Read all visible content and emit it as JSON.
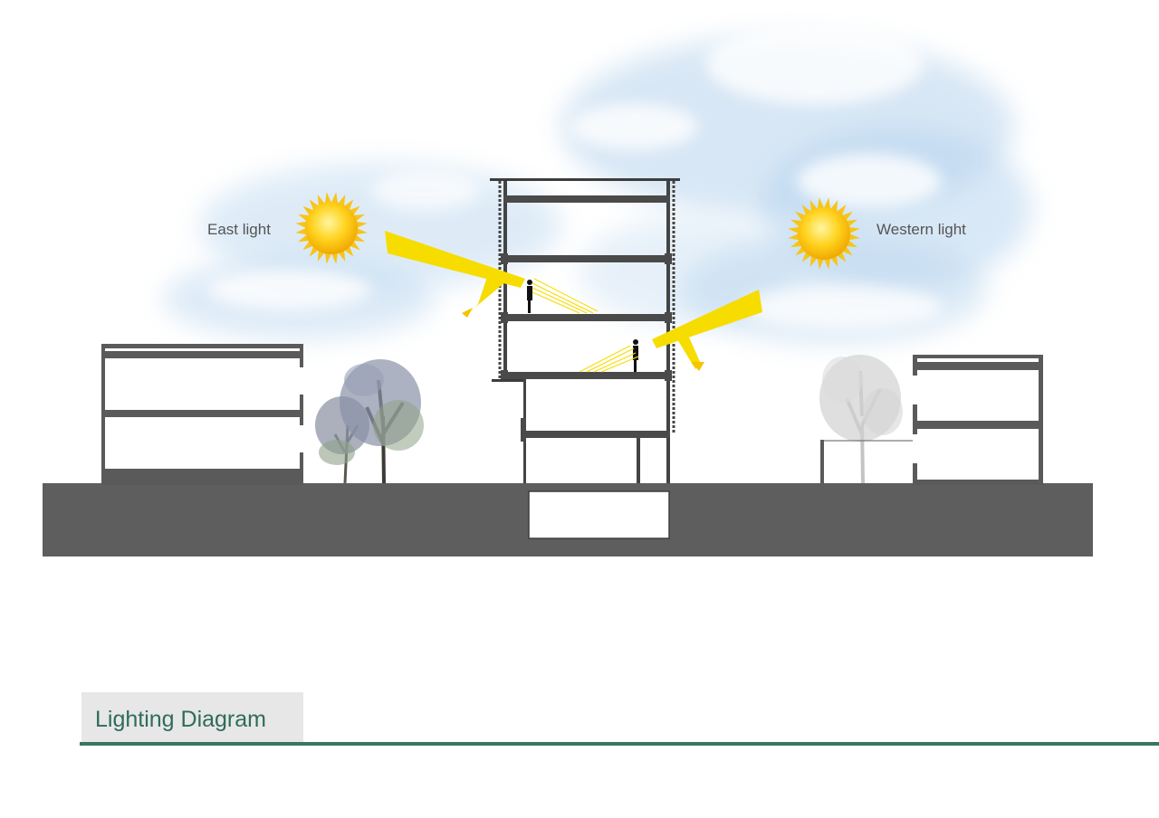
{
  "labels": {
    "east": "East light",
    "west": "Western light"
  },
  "title": "Lighting Diagram",
  "colors": {
    "ground": "#5e5e5e",
    "slab": "#4a4a4a",
    "sun": "#f6c51a",
    "ray": "#f7dc00",
    "accent": "#3a7563",
    "title_bg": "#e7e7e7",
    "label_text": "#555555",
    "title_text": "#2f6b5c"
  },
  "icons": {
    "east_sun": "sun-icon",
    "west_sun": "sun-icon"
  }
}
